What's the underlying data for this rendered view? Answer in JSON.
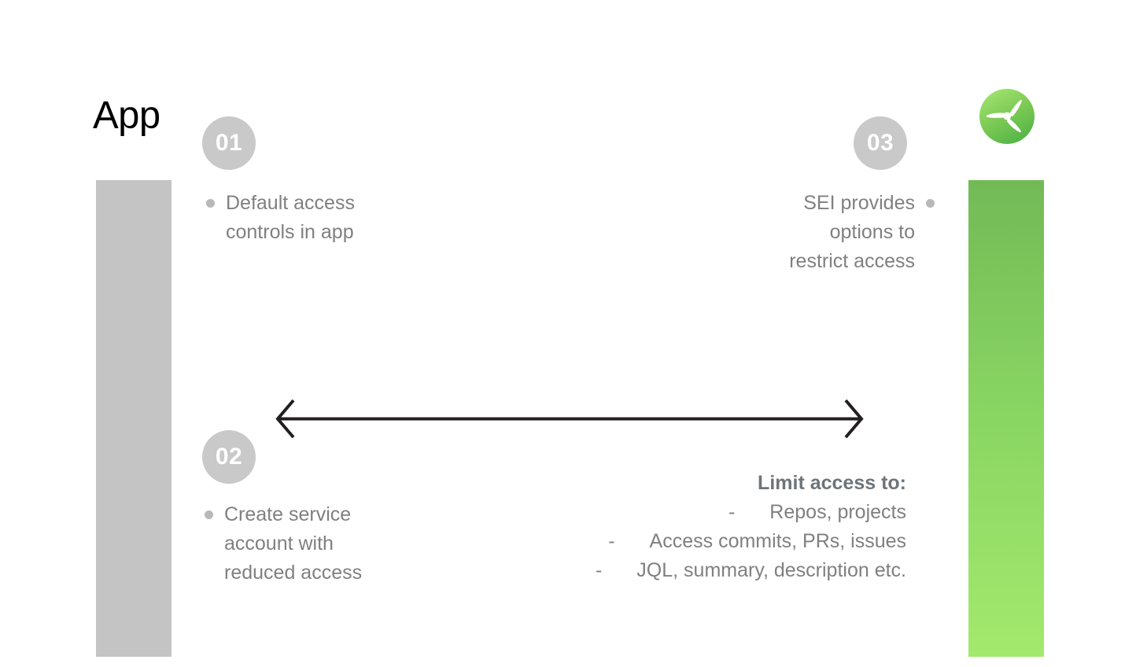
{
  "slide": {
    "title": "App",
    "background_color": "#ffffff"
  },
  "logo": {
    "name": "propeller-logo",
    "circle_gradient_from": "#9fe46f",
    "circle_gradient_to": "#56b648",
    "blade_color": "#ffffff"
  },
  "bars": {
    "left": {
      "name": "app-bar",
      "color": "#c4c4c4"
    },
    "right": {
      "name": "sei-bar",
      "gradient_from": "#72ba56",
      "gradient_to": "#a3e96d"
    }
  },
  "badge_color": "#c9c9c9",
  "text_color": "#808080",
  "steps": [
    {
      "number": "01",
      "text": "Default access\ncontrols in app",
      "align": "left"
    },
    {
      "number": "02",
      "text": "Create service\naccount with\nreduced access",
      "align": "left"
    },
    {
      "number": "03",
      "text": "SEI provides\noptions to\nrestrict access",
      "align": "right"
    }
  ],
  "arrow": {
    "name": "double-headed-arrow",
    "direction": "bidirectional",
    "color": "#231f20"
  },
  "limit_access": {
    "title": "Limit access to:",
    "dash": "-",
    "items": [
      "Repos, projects",
      "Access commits, PRs, issues",
      "JQL, summary, description etc."
    ]
  }
}
